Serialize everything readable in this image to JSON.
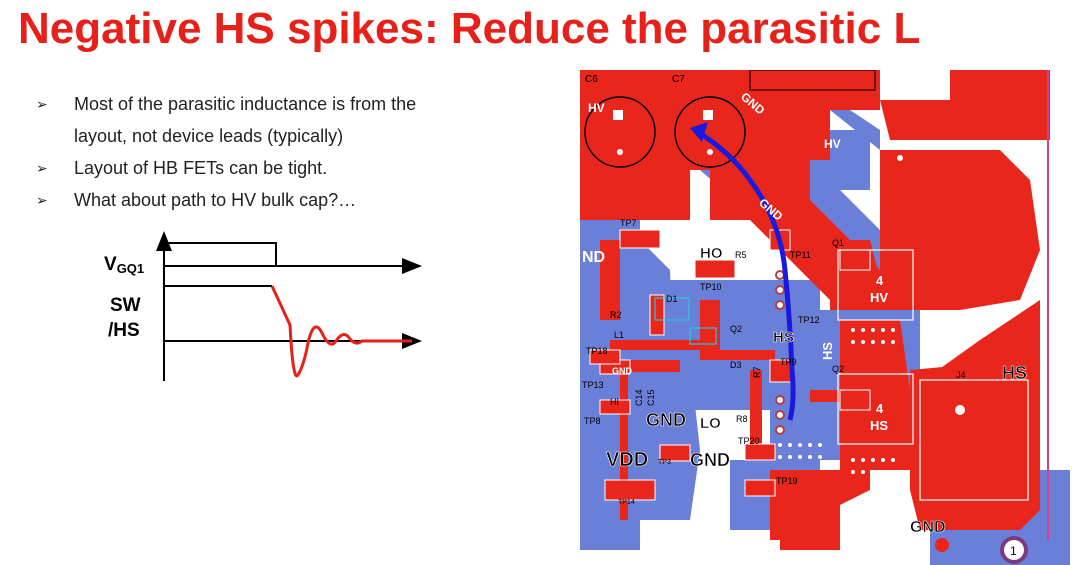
{
  "slide": {
    "title": "Negative HS spikes: Reduce the parasitic L",
    "bullets": [
      {
        "marker": "➢",
        "line1": "Most of the parasitic inductance is from the",
        "line2": "layout, not device leads (typically)"
      },
      {
        "marker": "➢",
        "line1": "Layout of HB FETs can be tight.",
        "line2": ""
      },
      {
        "marker": "➢",
        "line1": "What about path to HV bulk cap?…",
        "line2": ""
      }
    ]
  },
  "waveform": {
    "label_vgq1_main": "V",
    "label_vgq1_sub": "GQ1",
    "label_sw": "SW",
    "label_hs": "/HS",
    "ringing_color": "#e8201a"
  },
  "pcb": {
    "colors": {
      "top_copper": "#e8261c",
      "bottom_copper": "#6a7fd8",
      "background": "#ffffff",
      "arrow": "#1a1adf",
      "silk": "#ffffff"
    },
    "labels": {
      "c6": "C6",
      "c7": "C7",
      "hv_cap": "HV",
      "gnd_top": "GND",
      "hv_right": "HV",
      "gnd_diag": "GND",
      "nd": "ND",
      "tp7": "TP7",
      "ho": "HO",
      "r5": "R5",
      "tp11": "TP11",
      "q1": "Q1",
      "q1_pin": "4",
      "q1_net": "HV",
      "d1": "D1",
      "tp10": "TP10",
      "r2": "R2",
      "l1": "L1",
      "hs_mid": "HS",
      "tp12": "TP12",
      "q2_lbl": "Q2",
      "q2": "Q2",
      "tp18": "TP18",
      "gnd_small": "GND",
      "d3": "D3",
      "r7": "R7",
      "tp9": "TP9",
      "hs_vert": "HS",
      "tp13": "TP13",
      "c14": "C14",
      "c15": "C15",
      "hi": "HI",
      "gnd_mid": "GND",
      "lo": "LO",
      "r8": "R8",
      "q2_pin": "4",
      "q2_net": "HS",
      "j4": "J4",
      "hs_j4": "HS",
      "tp8": "TP8",
      "tp20": "TP20",
      "vdd": "VDD",
      "tp3": "TP3",
      "gnd_bottom": "GND",
      "tp19": "TP19",
      "tp14": "TP14",
      "gnd_j4": "GND",
      "page_number": "1"
    }
  }
}
